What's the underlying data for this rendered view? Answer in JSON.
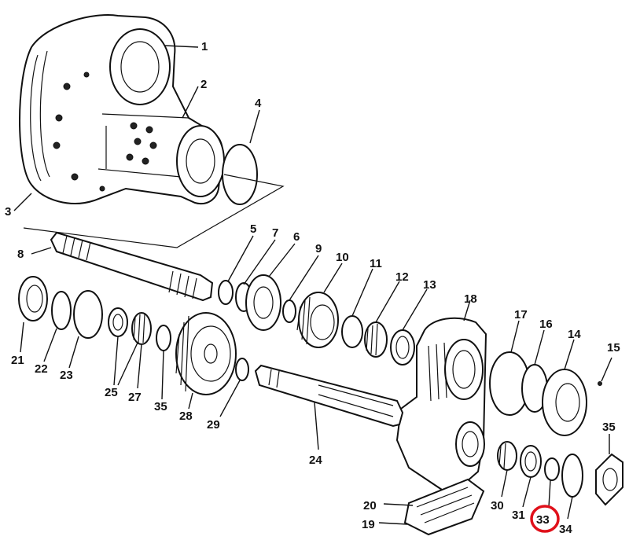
{
  "callouts": [
    {
      "id": "1",
      "text": "1"
    },
    {
      "id": "2",
      "text": "2"
    },
    {
      "id": "3",
      "text": "3"
    },
    {
      "id": "4",
      "text": "4"
    },
    {
      "id": "5",
      "text": "5"
    },
    {
      "id": "6",
      "text": "6"
    },
    {
      "id": "7",
      "text": "7"
    },
    {
      "id": "8",
      "text": "8"
    },
    {
      "id": "9",
      "text": "9"
    },
    {
      "id": "10",
      "text": "10"
    },
    {
      "id": "11",
      "text": "11"
    },
    {
      "id": "12",
      "text": "12"
    },
    {
      "id": "13",
      "text": "13"
    },
    {
      "id": "14",
      "text": "14"
    },
    {
      "id": "15",
      "text": "15"
    },
    {
      "id": "16",
      "text": "16"
    },
    {
      "id": "17",
      "text": "17"
    },
    {
      "id": "18",
      "text": "18"
    },
    {
      "id": "19",
      "text": "19"
    },
    {
      "id": "20",
      "text": "20"
    },
    {
      "id": "21",
      "text": "21"
    },
    {
      "id": "22",
      "text": "22"
    },
    {
      "id": "23",
      "text": "23"
    },
    {
      "id": "24",
      "text": "24"
    },
    {
      "id": "25",
      "text": "25"
    },
    {
      "id": "27",
      "text": "27"
    },
    {
      "id": "28",
      "text": "28"
    },
    {
      "id": "29",
      "text": "29"
    },
    {
      "id": "30",
      "text": "30"
    },
    {
      "id": "31",
      "text": "31"
    },
    {
      "id": "33",
      "text": "33"
    },
    {
      "id": "34",
      "text": "34"
    },
    {
      "id": "35",
      "text": "35"
    }
  ],
  "highlight": {
    "callout": "33",
    "color": "#e0101a"
  },
  "colors": {
    "ink": "#111111",
    "background": "#ffffff"
  }
}
